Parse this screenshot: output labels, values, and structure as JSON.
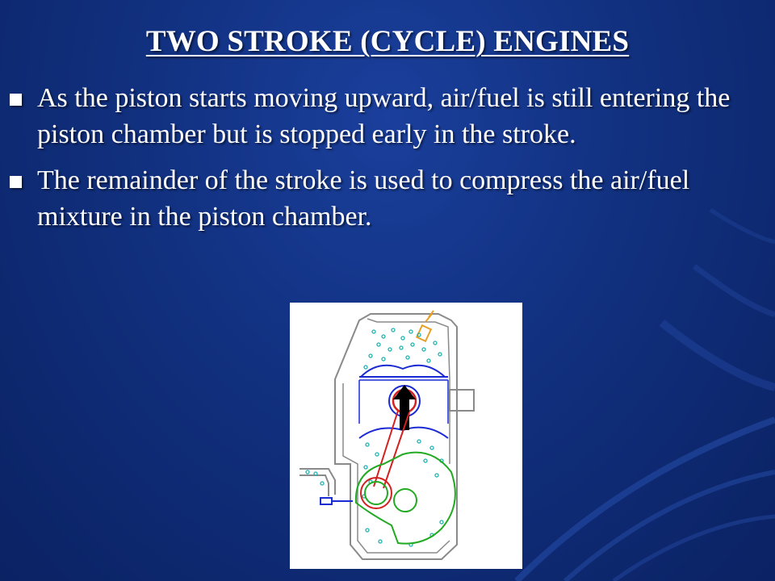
{
  "slide": {
    "title": "TWO STROKE (CYCLE) ENGINES",
    "bullets": [
      "As the piston starts moving upward, air/fuel is still entering the piston chamber but is stopped early in the stroke.",
      "The remainder of the stroke is used to compress the air/fuel mixture in the piston chamber."
    ]
  },
  "colors": {
    "background": "#11307f",
    "text": "#ffffff",
    "diagram_outline": "#8a8a8a",
    "crankshaft": "#22aa22",
    "connecting_rod": "#d42020",
    "piston_head": "#1a2bd4",
    "spark_plug": "#e8a028",
    "mixture": "#1fb2b2"
  },
  "diagram": {
    "icons": [
      "spark-plug-icon",
      "piston-arrow-icon",
      "crankshaft-icon",
      "connecting-rod-icon",
      "intake-valve-icon"
    ]
  }
}
